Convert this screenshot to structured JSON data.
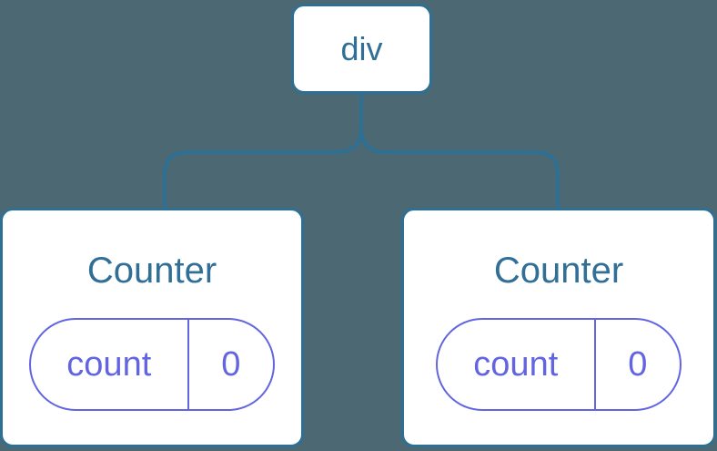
{
  "diagram": {
    "description": "Component tree diagram",
    "background_color": "#4c6873",
    "node_border_color": "#2e7093",
    "node_background": "#ffffff",
    "label_color": "#316f96",
    "state_color": "#6365e0",
    "tree": {
      "root": {
        "label": "div"
      },
      "children": [
        {
          "label": "Counter",
          "state": {
            "key": "count",
            "value": "0"
          }
        },
        {
          "label": "Counter",
          "state": {
            "key": "count",
            "value": "0"
          }
        }
      ]
    }
  }
}
